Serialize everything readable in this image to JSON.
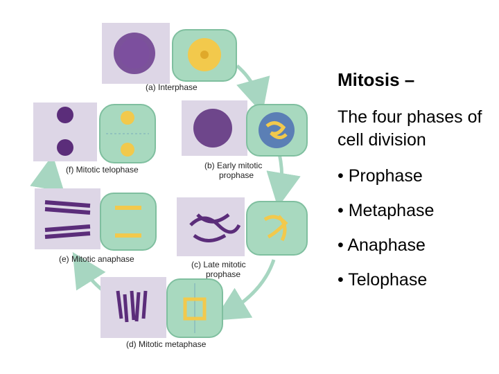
{
  "slide": {
    "title": "Mitosis –",
    "subtitle": "The four phases of cell division",
    "bullets": [
      "• Prophase",
      "• Metaphase",
      "• Anaphase",
      "• Telophase"
    ]
  },
  "figure": {
    "labels": {
      "a": "(a)  Interphase",
      "b": "(b)  Early mitotic",
      "b2": "prophase",
      "c": "(c)  Late mitotic",
      "c2": "prophase",
      "d": "(d)  Mitotic metaphase",
      "e": "(e)  Mitotic anaphase",
      "f": "(f)  Mitotic telophase"
    }
  },
  "colors": {
    "cell_fill": "#a8d9bf",
    "chromosome": "#5b2d7a",
    "nucleus": "#f2c94c",
    "arrow": "#a7d6c1"
  }
}
